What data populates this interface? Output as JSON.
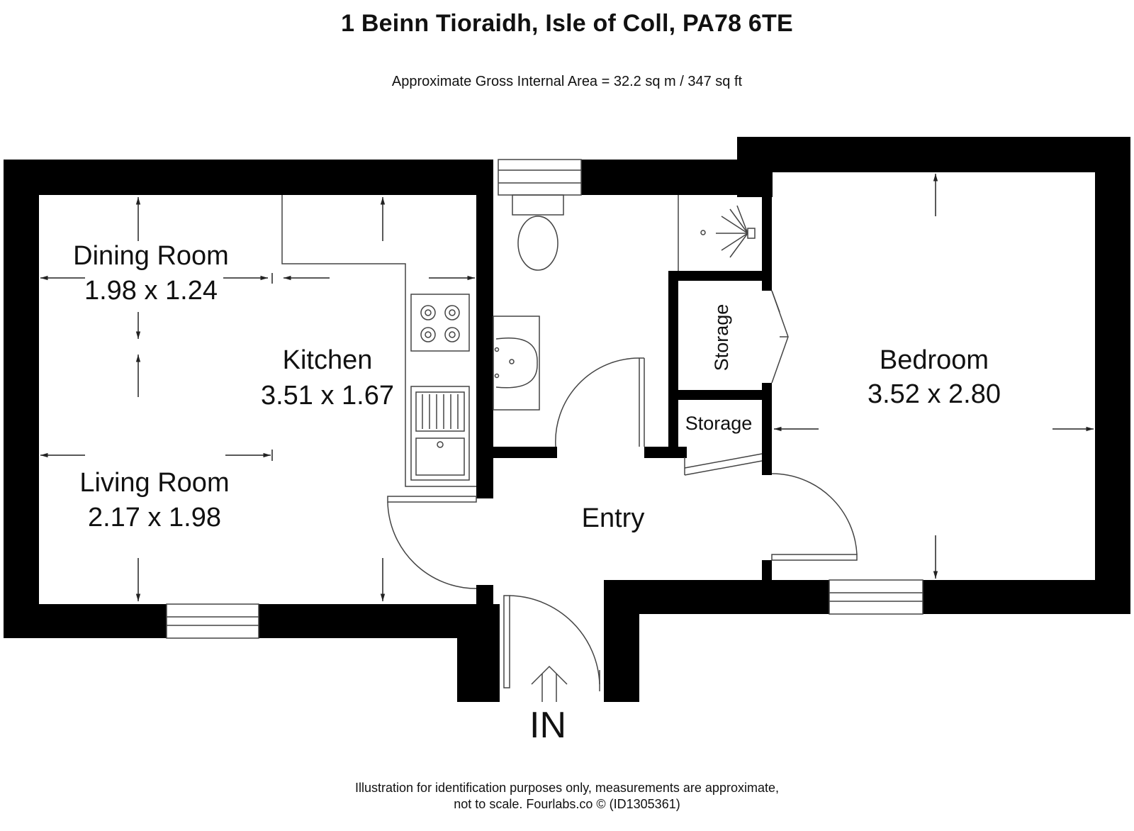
{
  "header": {
    "title": "1 Beinn Tioraidh, Isle of Coll, PA78 6TE",
    "area": "Approximate Gross Internal Area = 32.2 sq m / 347 sq ft"
  },
  "rooms": {
    "dining": {
      "name": "Dining Room",
      "size": "1.98 x 1.24"
    },
    "kitchen": {
      "name": "Kitchen",
      "size": "3.51 x 1.67"
    },
    "living": {
      "name": "Living Room",
      "size": "2.17 x 1.98"
    },
    "bedroom": {
      "name": "Bedroom",
      "size": "3.52 x 2.80"
    },
    "entry": {
      "name": "Entry"
    },
    "storage_upper": {
      "name": "Storage"
    },
    "storage_lower": {
      "name": "Storage"
    }
  },
  "entrance": {
    "label": "IN"
  },
  "footer": {
    "line1": "Illustration for identification purposes only, measurements are approximate,",
    "line2": "not to scale. Fourlabs.co © (ID1305361)"
  },
  "colors": {
    "wall": "#000000",
    "line": "#333333",
    "background": "#ffffff"
  }
}
